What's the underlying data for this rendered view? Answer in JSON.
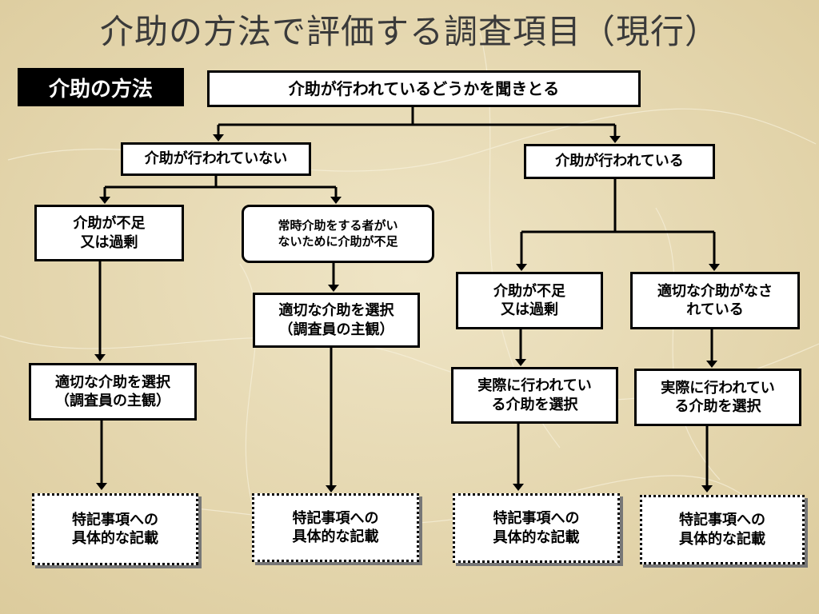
{
  "title": "介助の方法で評価する調査項目（現行）",
  "section_label": "介助の方法",
  "nodes": {
    "root": "介助が行われているどうかを聞きとる",
    "not_assisted": "介助が行われていない",
    "assisted": "介助が行われている",
    "n_insufficient": "介助が不足\n又は過剰",
    "n_no_caregiver": "常時介助をする者がい\nないために介助が不足",
    "n_select1": "適切な介助を選択\n（調査員の主観）",
    "n_select2": "適切な介助を選択\n（調査員の主観）",
    "a_insufficient": "介助が不足\n又は過剰",
    "a_appropriate": "適切な介助がなさ\nれている",
    "a_actual1": "実際に行われてい\nる介助を選択",
    "a_actual2": "実際に行われてい\nる介助を選択",
    "note1": "特記事項への\n具体的な記載",
    "note2": "特記事項への\n具体的な記載",
    "note3": "特記事項への\n具体的な記載",
    "note4": "特記事項への\n具体的な記載"
  }
}
